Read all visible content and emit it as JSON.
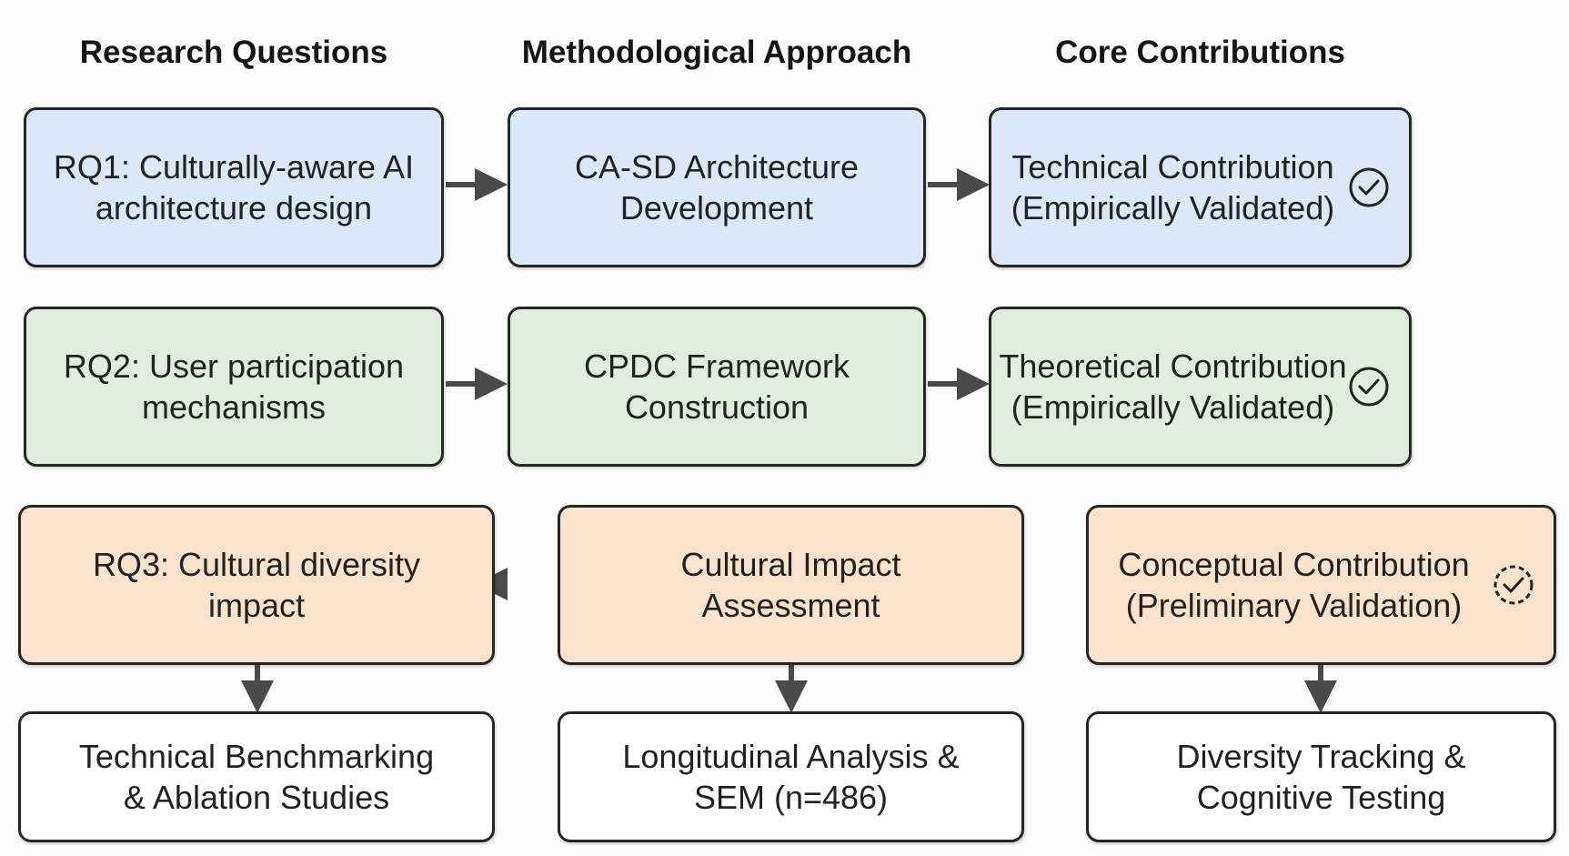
{
  "headers": {
    "col1": "Research Questions",
    "col2": "Methodological Approach",
    "col3": "Core Contributions"
  },
  "colors": {
    "row1_fill": "#dbe8f7",
    "row2_fill": "#dfeedd",
    "row3_fill": "#fae3cc",
    "row4_fill": "#ffffff",
    "border": "#262626",
    "arrow": "#4a4a4a"
  },
  "rows": [
    {
      "rq": "RQ1: Culturally-aware AI\narchitecture design",
      "method": "CA-SD Architecture\nDevelopment",
      "contribution": "Technical Contribution\n(Empirically Validated)",
      "check_icon": "check-circle-icon"
    },
    {
      "rq": "RQ2: User participation\nmechanisms",
      "method": "CPDC Framework\nConstruction",
      "contribution": "Theoretical Contribution\n(Empirically Validated)",
      "check_icon": "check-circle-icon"
    },
    {
      "rq": "RQ3: Cultural diversity\nimpact",
      "method": "Cultural Impact\nAssessment",
      "contribution": "Conceptual Contribution\n(Preliminary Validation)",
      "check_icon": "dashed-check-circle-icon"
    }
  ],
  "evaluation": {
    "col1": "Technical Benchmarking\n& Ablation Studies",
    "col2": "Longitudinal Analysis &\nSEM (n=486)",
    "col3": "Diversity Tracking &\nCognitive Testing"
  }
}
